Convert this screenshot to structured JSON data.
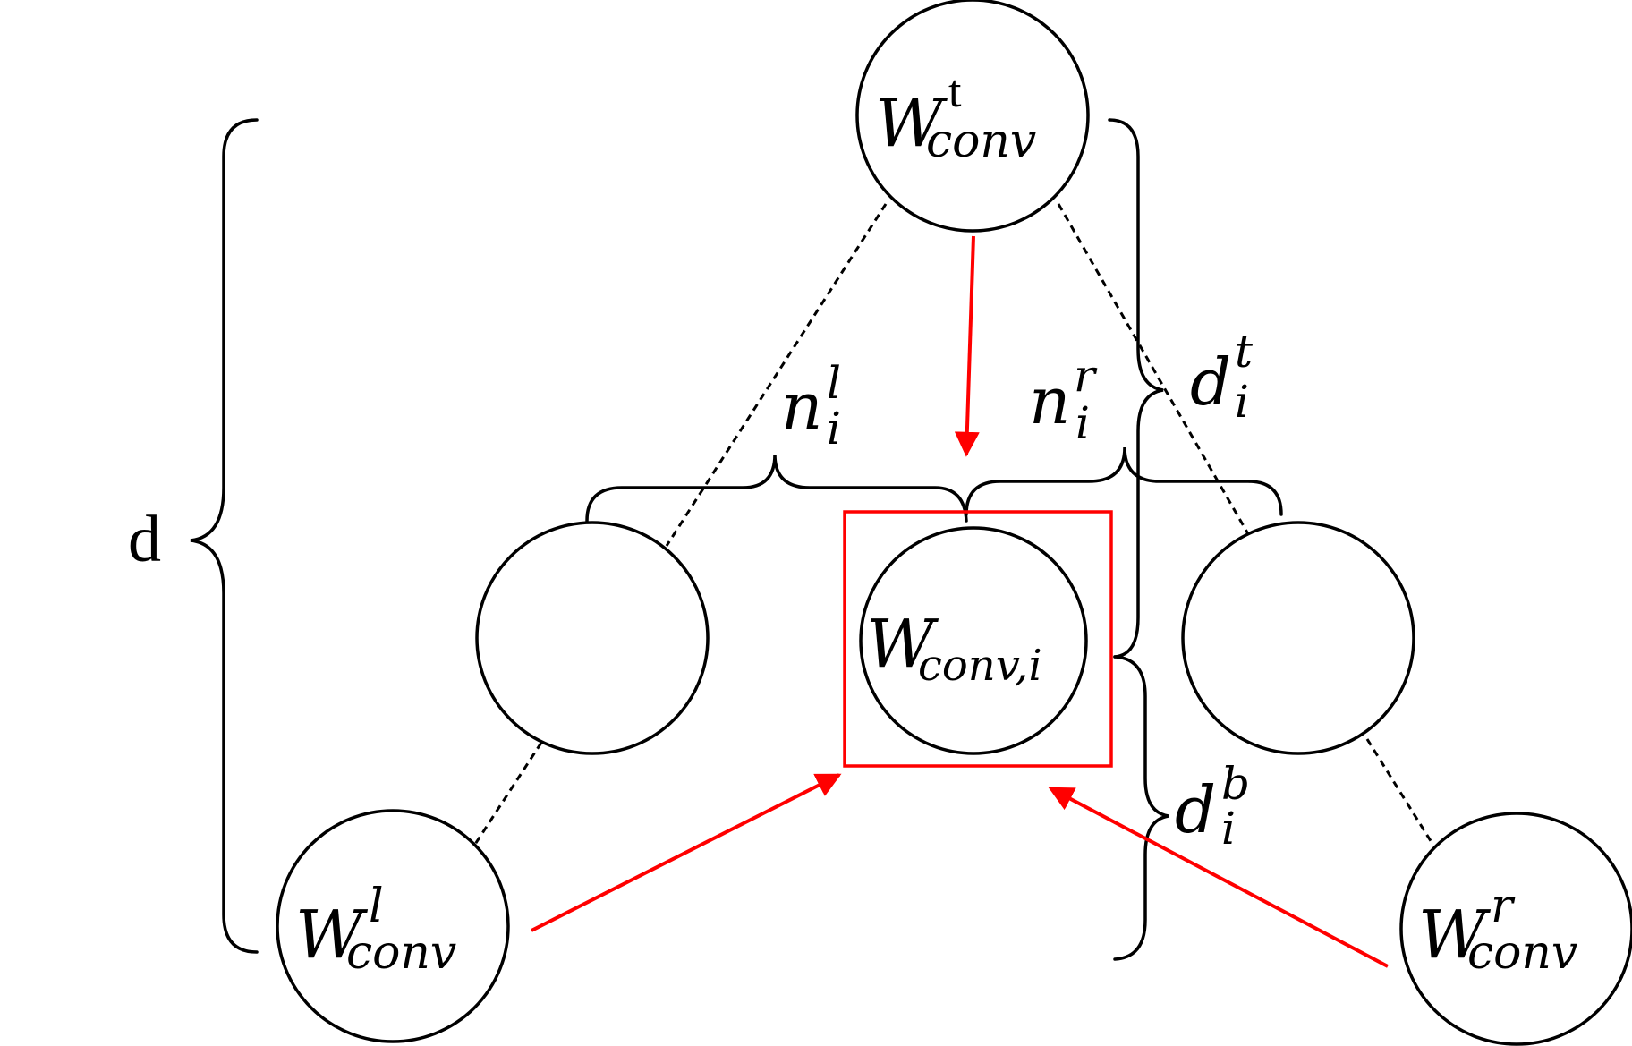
{
  "colors": {
    "stroke": "#000000",
    "highlight": "#ff0000",
    "background": "#ffffff"
  },
  "nodes": {
    "top": {
      "base": "W",
      "sup": "t",
      "sub": "conv"
    },
    "center": {
      "base": "W",
      "sub": "conv,i"
    },
    "bottom_left": {
      "base": "W",
      "sup": "l",
      "sub": "conv"
    },
    "bottom_right": {
      "base": "W",
      "sup": "r",
      "sub": "conv"
    },
    "middle_left": {},
    "middle_right": {}
  },
  "labels": {
    "depth": "d",
    "n_left": {
      "base": "n",
      "sup": "l",
      "sub": "i"
    },
    "n_right": {
      "base": "n",
      "sup": "r",
      "sub": "i"
    },
    "d_top": {
      "base": "d",
      "sup": "t",
      "sub": "i"
    },
    "d_bottom": {
      "base": "d",
      "sup": "b",
      "sub": "i"
    }
  }
}
